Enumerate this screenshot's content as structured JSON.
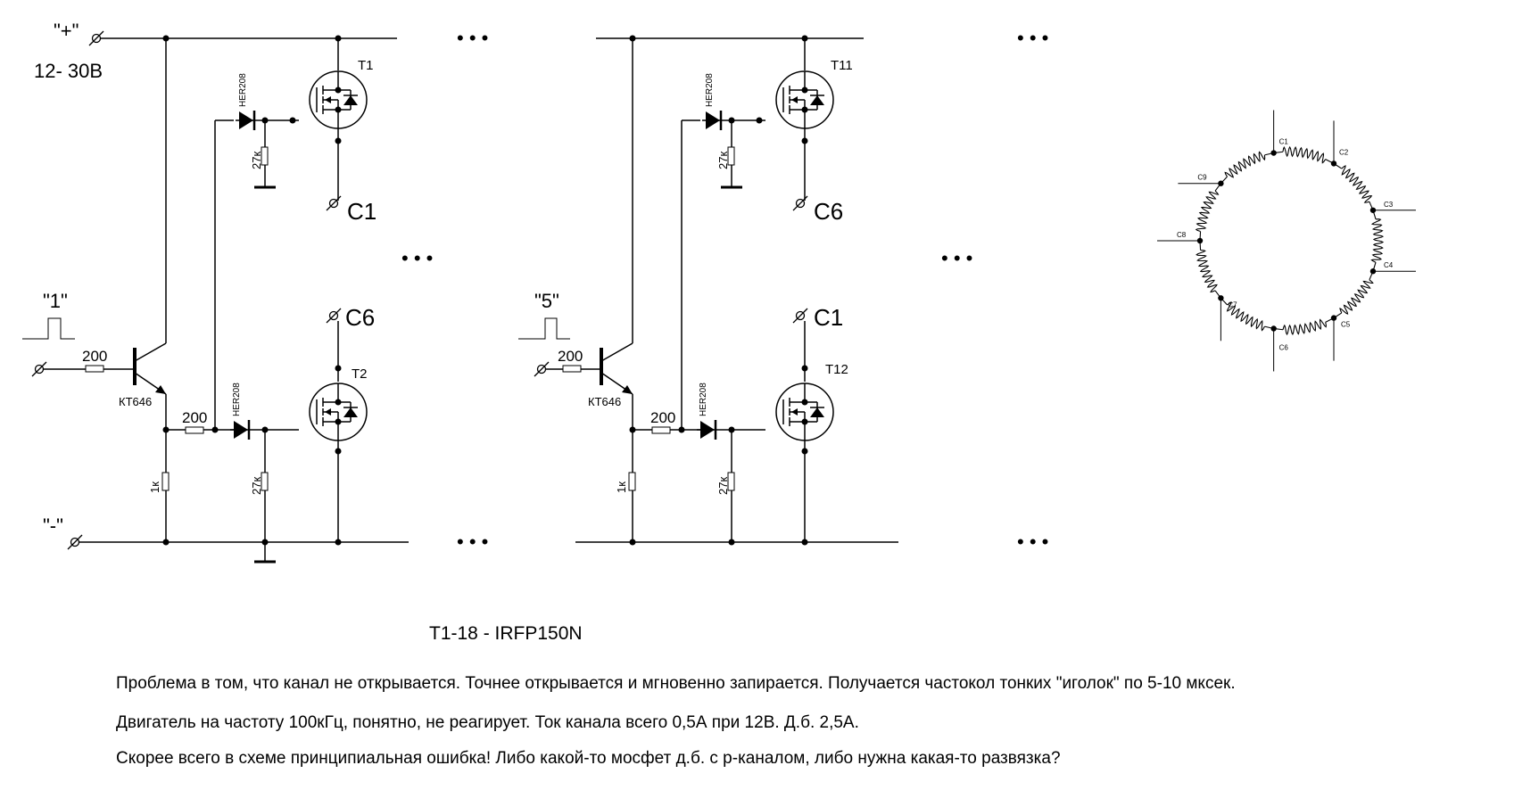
{
  "schematic": {
    "supply_plus": "\"+\"",
    "supply_voltage": "12- 30В",
    "supply_minus": "\"-\"",
    "stages": [
      {
        "input_label": "\"1\"",
        "input_res": "200",
        "transistor": "КТ646",
        "base_res": "200",
        "pulldown_res": "1к",
        "diode_top": "HER208",
        "diode_bottom": "HER208",
        "gate_res_top": "27к",
        "gate_res_bottom": "27к",
        "fet_top": "T1",
        "fet_bottom": "T2",
        "out_top": "C1",
        "out_bottom": "C6"
      },
      {
        "input_label": "\"5\"",
        "input_res": "200",
        "transistor": "КТ646",
        "base_res": "200",
        "pulldown_res": "1к",
        "diode_top": "HER208",
        "diode_bottom": "HER208",
        "gate_res_top": "27к",
        "gate_res_bottom": "27к",
        "fet_top": "T11",
        "fet_bottom": "T12",
        "out_top": "C6",
        "out_bottom": "C1"
      }
    ],
    "ellipsis": "• • •"
  },
  "motor_diagram": {
    "taps": [
      "C1",
      "C2",
      "C3",
      "C4",
      "C5",
      "C6",
      "C7",
      "C8",
      "C9"
    ]
  },
  "part_note": "T1-18 -  IRFP150N",
  "notes": [
    "Проблема в том, что канал не открывается. Точнее открывается и мгновенно запирается. Получается частокол тонких \"иголок\" по 5-10 мксек.",
    "Двигатель на частоту 100кГц, понятно, не реагирует. Ток канала всего 0,5А при 12В. Д.б. 2,5А.",
    "Скорее всего в схеме принципиальная ошибка! Либо какой-то мосфет д.б. с р-каналом, либо нужна какая-то развязка?"
  ]
}
